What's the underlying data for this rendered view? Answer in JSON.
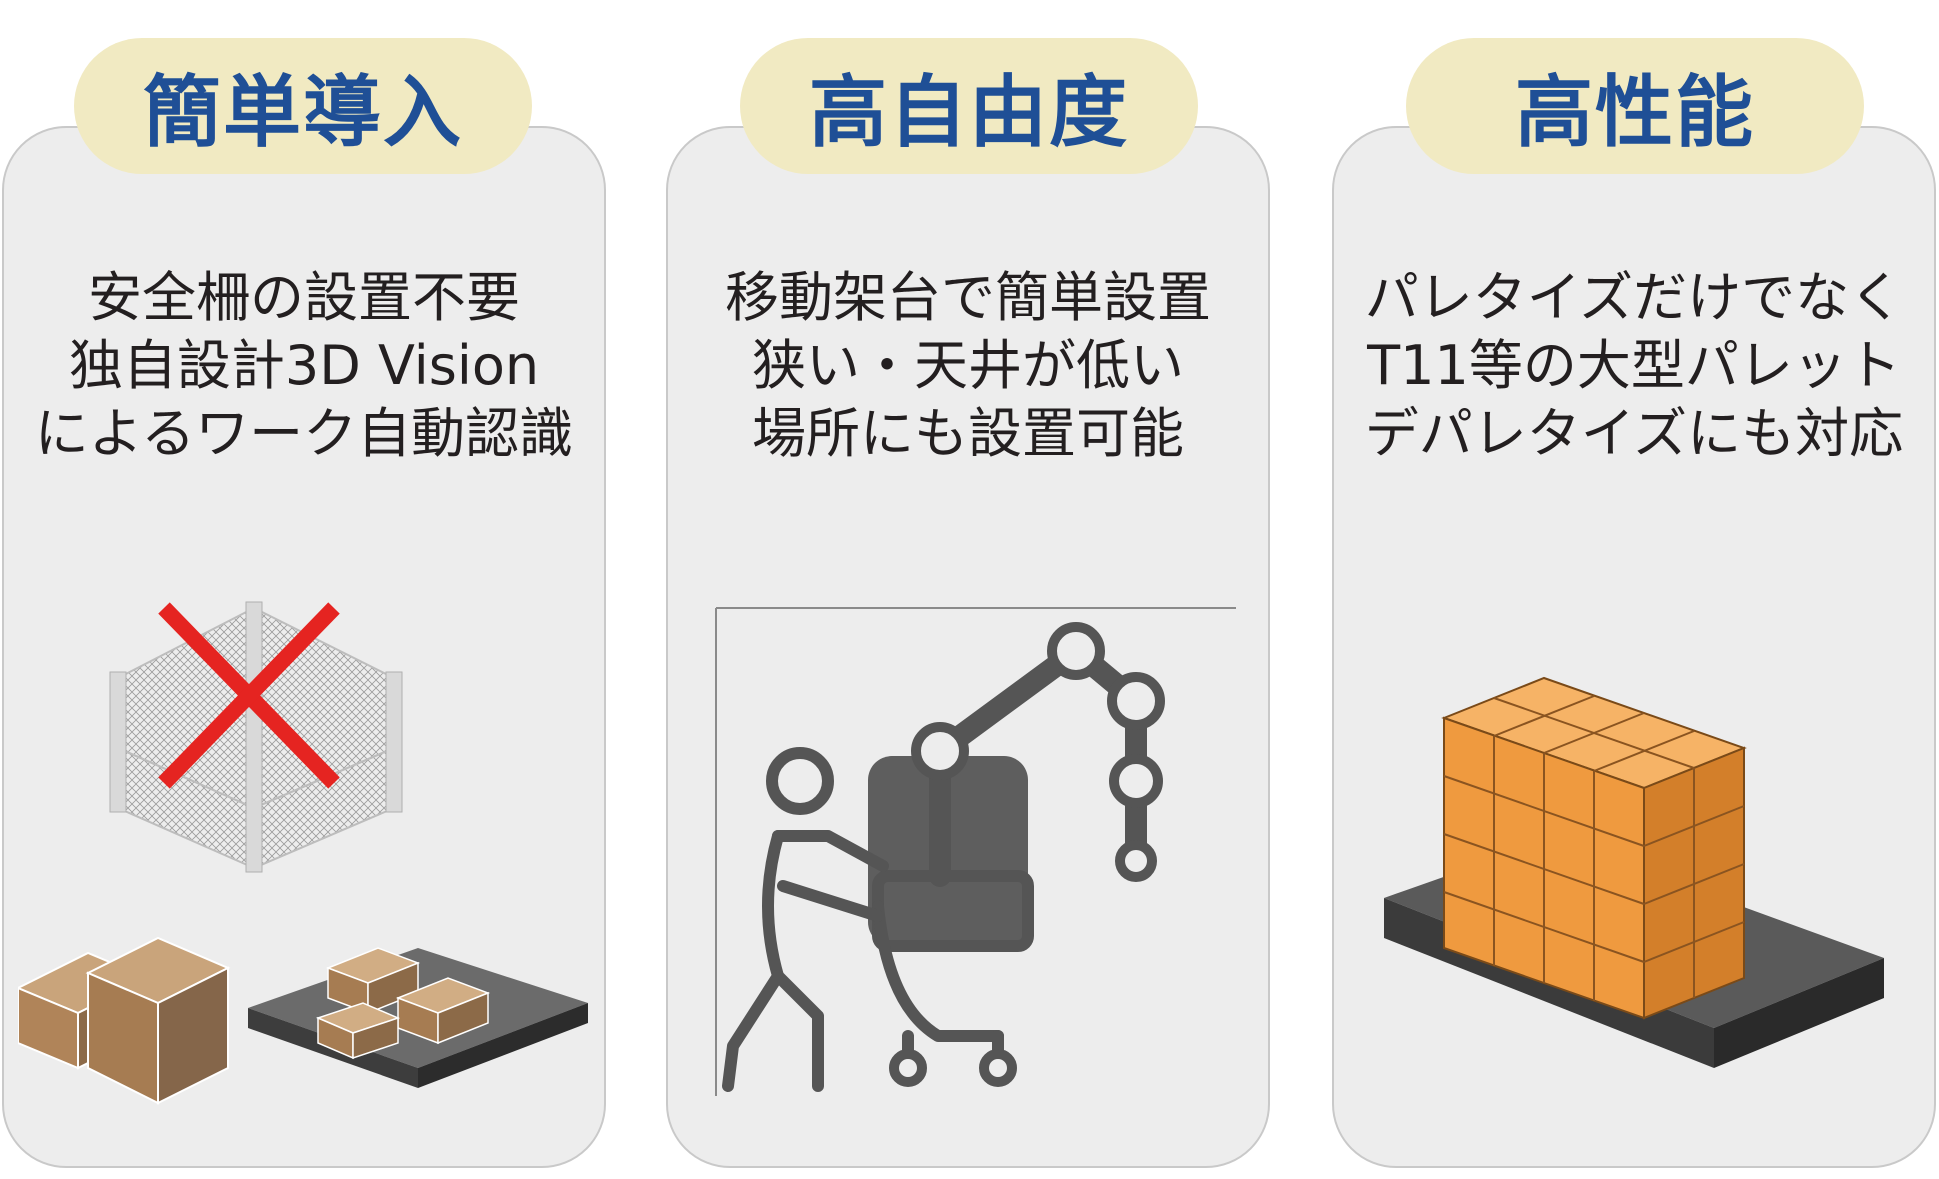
{
  "cards": [
    {
      "title": "簡単導入",
      "lines": [
        "安全柵の設置不要",
        "独自設計3D Vision",
        "によるワーク自動認識"
      ]
    },
    {
      "title": "高自由度",
      "lines": [
        "移動架台で簡単設置",
        "狭い・天井が低い",
        "場所にも設置可能"
      ]
    },
    {
      "title": "高性能",
      "lines": [
        "パレタイズだけでなく",
        "T11等の大型パレット",
        "デパレタイズにも対応"
      ]
    }
  ],
  "colors": {
    "title_text": "#1f4f96",
    "pill_bg": "#f1eac2",
    "card_bg": "#ededed",
    "cross": "#e52421",
    "box_brown": "#a67c52",
    "box_orange": "#f0a04b",
    "pallet": "#4a4a4a",
    "robot": "#5b5b5b"
  },
  "icons": [
    "no-safety-fence-icon",
    "cardboard-boxes-icon",
    "mobile-robot-operator-icon",
    "palletized-boxes-icon"
  ]
}
